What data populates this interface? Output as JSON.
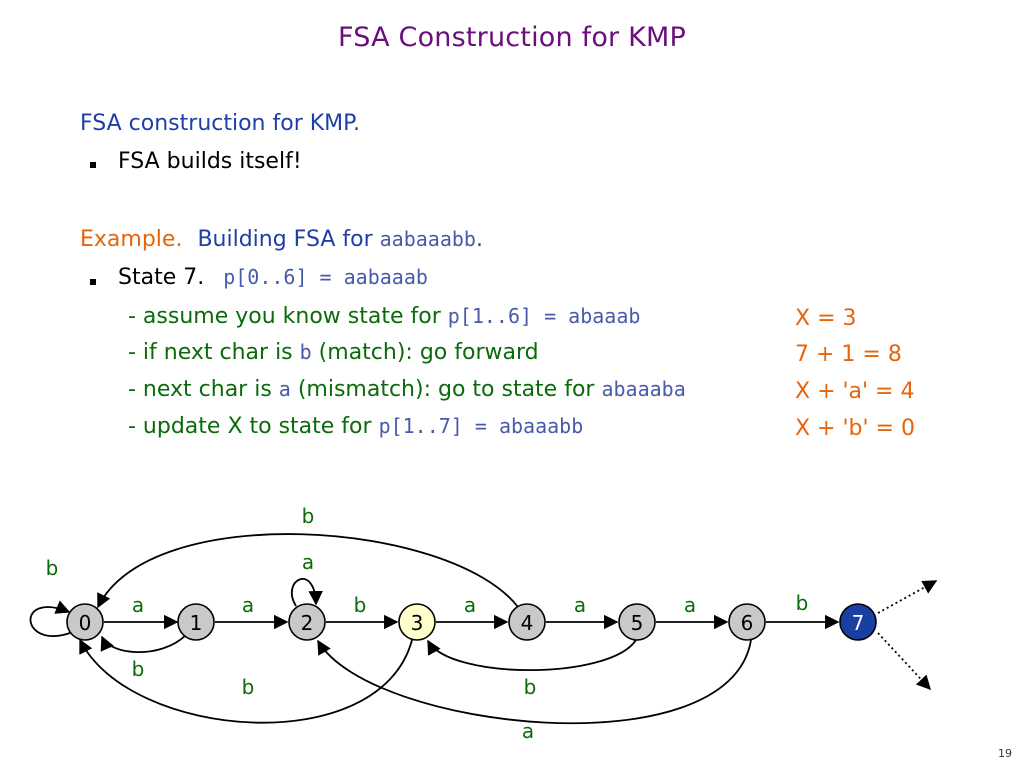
{
  "title": "FSA Construction for KMP",
  "heading": "FSA construction for KMP.",
  "bullet1": "FSA builds itself!",
  "example": {
    "label": "Example.",
    "text": "Building FSA for ",
    "pattern": "aabaaabb",
    "period": "."
  },
  "state": {
    "label": "State 7.",
    "code": "p[0..6] = aabaaab"
  },
  "steps": [
    {
      "prefix": "- assume you know state for ",
      "code": "p[1..6] = abaaab",
      "suffix": "",
      "value": "X = 3"
    },
    {
      "prefix": "- if next char is ",
      "code": "b",
      "suffix": " (match):  go forward",
      "value": "7 + 1 = 8"
    },
    {
      "prefix": "- next char is ",
      "code": "a",
      "suffix": " (mismatch):  go to state for ",
      "code2": "abaaaba",
      "value": "X + 'a' = 4"
    },
    {
      "prefix": "- update X to state for ",
      "code": "p[1..7] = abaaabb",
      "suffix": "",
      "value": "X + 'b' = 0"
    }
  ],
  "diagram": {
    "states": [
      {
        "label": "0",
        "fill": "#C9C9C9"
      },
      {
        "label": "1",
        "fill": "#C9C9C9"
      },
      {
        "label": "2",
        "fill": "#C9C9C9"
      },
      {
        "label": "3",
        "fill": "#FFFFCC"
      },
      {
        "label": "4",
        "fill": "#C9C9C9"
      },
      {
        "label": "5",
        "fill": "#C9C9C9"
      },
      {
        "label": "6",
        "fill": "#C9C9C9"
      },
      {
        "label": "7",
        "fill": "#1A3FA3"
      }
    ],
    "edge_labels": {
      "e01": "a",
      "e12": "a",
      "e23": "b",
      "e34": "a",
      "e45": "a",
      "e56": "a",
      "e67": "b",
      "self0": "b",
      "self2": "a",
      "e40": "b",
      "e10": "b",
      "e30": "b",
      "e53": "b",
      "e62": "a"
    }
  },
  "page_number": "19"
}
